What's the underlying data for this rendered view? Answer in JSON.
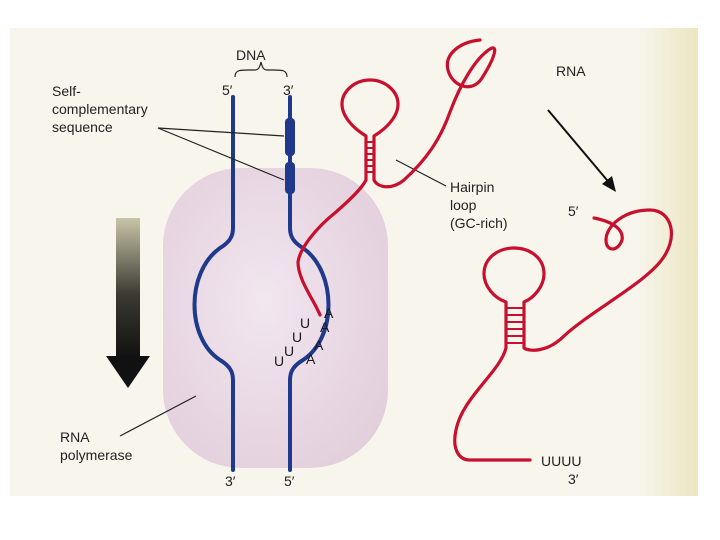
{
  "labels": {
    "dna": "DNA",
    "dna_5prime_top": "5′",
    "dna_3prime_top": "3′",
    "self_complementary_line1": "Self-",
    "self_complementary_line2": "complementary",
    "self_complementary_line3": "sequence",
    "rna_top": "RNA",
    "hairpin_line1": "Hairpin",
    "hairpin_line2": "loop",
    "hairpin_line3": "(GC-rich)",
    "rna_5prime": "5′",
    "polyU": "UUUU",
    "rna_3prime": "3′",
    "polymerase_line1": "RNA",
    "polymerase_line2": "polymerase",
    "dna_3prime_bottom": "3′",
    "dna_5prime_bottom": "5′"
  },
  "bases": {
    "u1": "U",
    "u2": "U",
    "u3": "U",
    "u4": "U",
    "a1": "A",
    "a2": "A",
    "a3": "A",
    "a4": "A"
  },
  "colors": {
    "dna_strand": "#1f3a8a",
    "rna_strand": "#c8102e",
    "polymerase": "#eadbe6",
    "arrow_dark": "#111111",
    "arrow_light": "#c9c5a8",
    "background": "#f7f5ec"
  }
}
